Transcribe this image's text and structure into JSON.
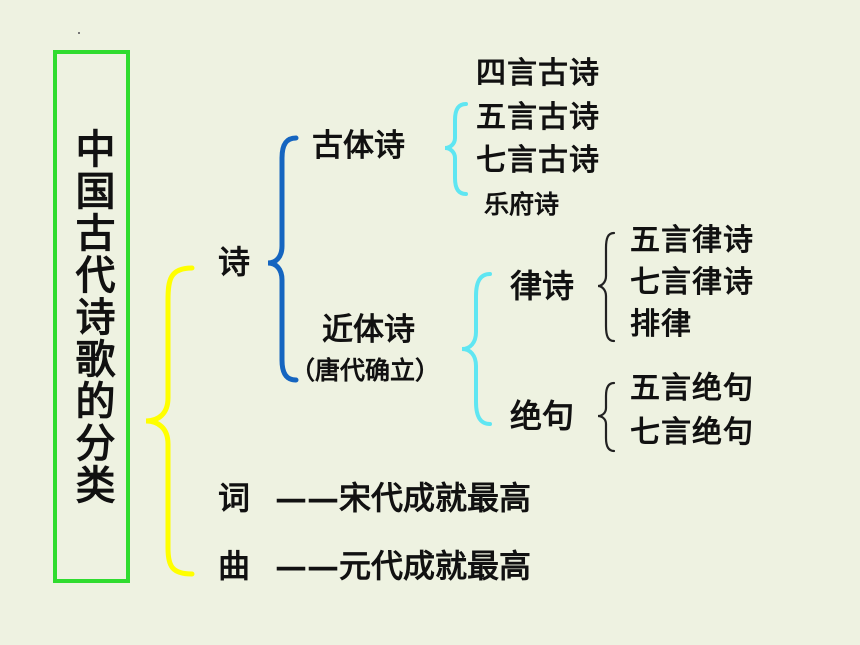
{
  "title": "中国古代诗歌的分类",
  "nodes": {
    "shi": "诗",
    "ci": "词",
    "ci_note": "——宋代成就最高",
    "qu": "曲",
    "qu_note": "——元代成就最高",
    "gutishi": "古体诗",
    "jintishi": "近体诗",
    "jintishi_note": "（唐代确立）",
    "gu_items": [
      "四言古诗",
      "五言古诗",
      "七言古诗",
      "乐府诗"
    ],
    "lvshi": "律诗",
    "lv_items": [
      "五言律诗",
      "七言律诗",
      "排律"
    ],
    "jueju": "绝句",
    "jue_items": [
      "五言绝句",
      "七言绝句"
    ]
  },
  "colors": {
    "title_border": "#2fdc2f",
    "root_brace": "#ffff00",
    "shi_brace": "#1565c0",
    "cyan_brace": "#5fe6f2",
    "small_brace": "#222222",
    "background": "#eef2e1"
  }
}
